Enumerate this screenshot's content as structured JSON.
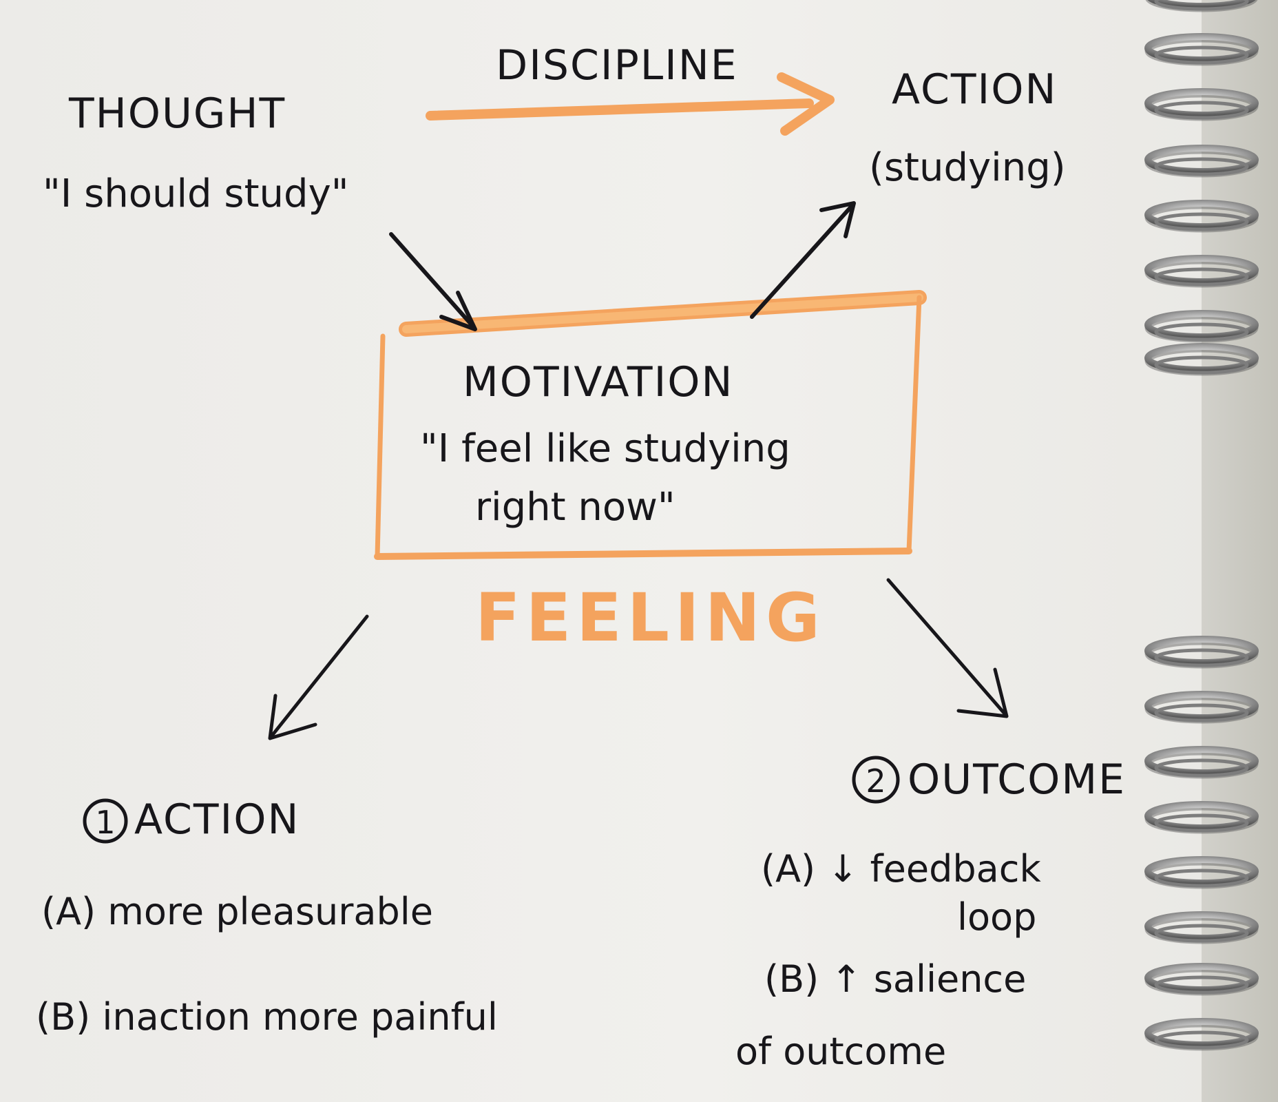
{
  "thought": {
    "title": "THOUGHT",
    "quote": "\"I should study\""
  },
  "discipline": {
    "label": "DISCIPLINE"
  },
  "action_top": {
    "title": "ACTION",
    "sub": "(studying)"
  },
  "motivation": {
    "title": "MOTIVATION",
    "quote_line1": "\"I feel like studying",
    "quote_line2": "right now\""
  },
  "feeling": {
    "label": "FEELING"
  },
  "action_list": {
    "title": "ACTION",
    "badge": "1",
    "items": [
      "(A) more pleasurable",
      "(B) inaction more painful"
    ]
  },
  "outcome_list": {
    "title": "OUTCOME",
    "badge": "2",
    "item_a_line1": "(A) ↓ feedback",
    "item_a_line2": "loop",
    "item_b_line1": "(B) ↑ salience",
    "item_b_line2": "of outcome"
  },
  "colors": {
    "ink": "#17161a",
    "highlight": "#f4a35e",
    "paper": "#eeede9",
    "spiral": "#8e8e8e"
  }
}
